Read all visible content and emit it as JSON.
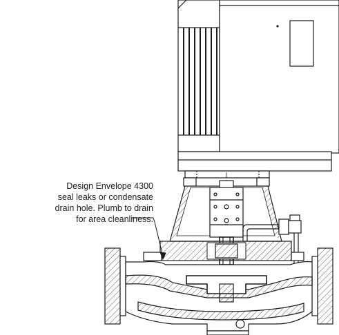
{
  "callout": {
    "lines": [
      "Design Envelope 4300",
      "seal leaks or condensate",
      "drain hole. Plumb to drain",
      "for area cleanliness."
    ]
  },
  "colors": {
    "line": "#1a1a1a",
    "hatch": "#555555",
    "background": "#ffffff"
  }
}
